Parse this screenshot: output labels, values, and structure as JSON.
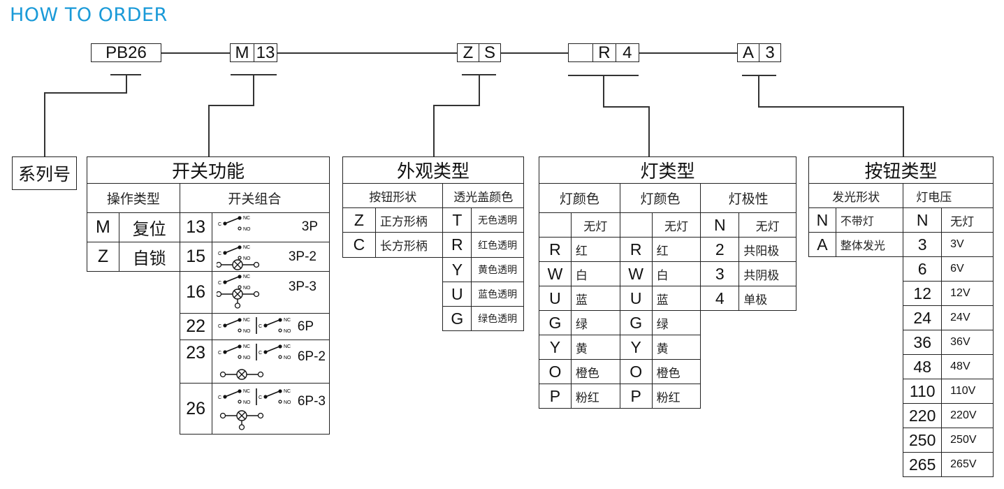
{
  "title": "HOW TO ORDER",
  "code": {
    "series": "PB26",
    "function": [
      "M",
      "13"
    ],
    "appearance": [
      "Z",
      "S"
    ],
    "light": [
      "",
      "R",
      "4"
    ],
    "button": [
      "A",
      "3"
    ]
  },
  "series_box": {
    "label": "系列号"
  },
  "switch_function": {
    "title": "开关功能",
    "op_type_header": "操作类型",
    "combo_header": "开关组合",
    "op_types": [
      {
        "code": "M",
        "label": "复位"
      },
      {
        "code": "Z",
        "label": "自锁"
      }
    ],
    "combos": [
      {
        "code": "13",
        "label": "3P",
        "diagram": "single-switch"
      },
      {
        "code": "15",
        "label": "3P-2",
        "diagram": "single-switch-lamp"
      },
      {
        "code": "16",
        "label": "3P-3",
        "diagram": "single-switch-lamp-3"
      },
      {
        "code": "22",
        "label": "6P",
        "diagram": "double-switch"
      },
      {
        "code": "23",
        "label": "6P-2",
        "diagram": "double-switch-lamp"
      },
      {
        "code": "26",
        "label": "6P-3",
        "diagram": "double-switch-lamp-3"
      }
    ],
    "terminal_labels": {
      "c": "C",
      "nc": "NC",
      "no": "NO"
    }
  },
  "appearance": {
    "title": "外观类型",
    "shape_header": "按钮形状",
    "lens_header": "透光盖颜色",
    "shapes": [
      {
        "code": "Z",
        "label": "正方形柄"
      },
      {
        "code": "C",
        "label": "长方形柄"
      }
    ],
    "lens_colors": [
      {
        "code": "T",
        "label": "无色透明"
      },
      {
        "code": "R",
        "label": "红色透明"
      },
      {
        "code": "Y",
        "label": "黄色透明"
      },
      {
        "code": "U",
        "label": "蓝色透明"
      },
      {
        "code": "G",
        "label": "绿色透明"
      }
    ]
  },
  "light_type": {
    "title": "灯类型",
    "color1_header": "灯颜色",
    "color2_header": "灯颜色",
    "polarity_header": "灯极性",
    "colors": [
      {
        "code": "",
        "label": "无灯"
      },
      {
        "code": "R",
        "label": "红"
      },
      {
        "code": "W",
        "label": "白"
      },
      {
        "code": "U",
        "label": "蓝"
      },
      {
        "code": "G",
        "label": "绿"
      },
      {
        "code": "Y",
        "label": "黄"
      },
      {
        "code": "O",
        "label": "橙色"
      },
      {
        "code": "P",
        "label": "粉红"
      }
    ],
    "polarity": [
      {
        "code": "N",
        "label": "无灯"
      },
      {
        "code": "2",
        "label": "共阳极"
      },
      {
        "code": "3",
        "label": "共阴极"
      },
      {
        "code": "4",
        "label": "单极"
      }
    ]
  },
  "button_type": {
    "title": "按钮类型",
    "glow_header": "发光形状",
    "voltage_header": "灯电压",
    "glow": [
      {
        "code": "N",
        "label": "不带灯"
      },
      {
        "code": "A",
        "label": "整体发光"
      }
    ],
    "voltages": [
      {
        "code": "N",
        "label": "无灯"
      },
      {
        "code": "3",
        "label": "3V"
      },
      {
        "code": "6",
        "label": "6V"
      },
      {
        "code": "12",
        "label": "12V"
      },
      {
        "code": "24",
        "label": "24V"
      },
      {
        "code": "36",
        "label": "36V"
      },
      {
        "code": "48",
        "label": "48V"
      },
      {
        "code": "110",
        "label": "110V"
      },
      {
        "code": "220",
        "label": "220V"
      },
      {
        "code": "250",
        "label": "250V"
      },
      {
        "code": "265",
        "label": "265V"
      }
    ]
  }
}
